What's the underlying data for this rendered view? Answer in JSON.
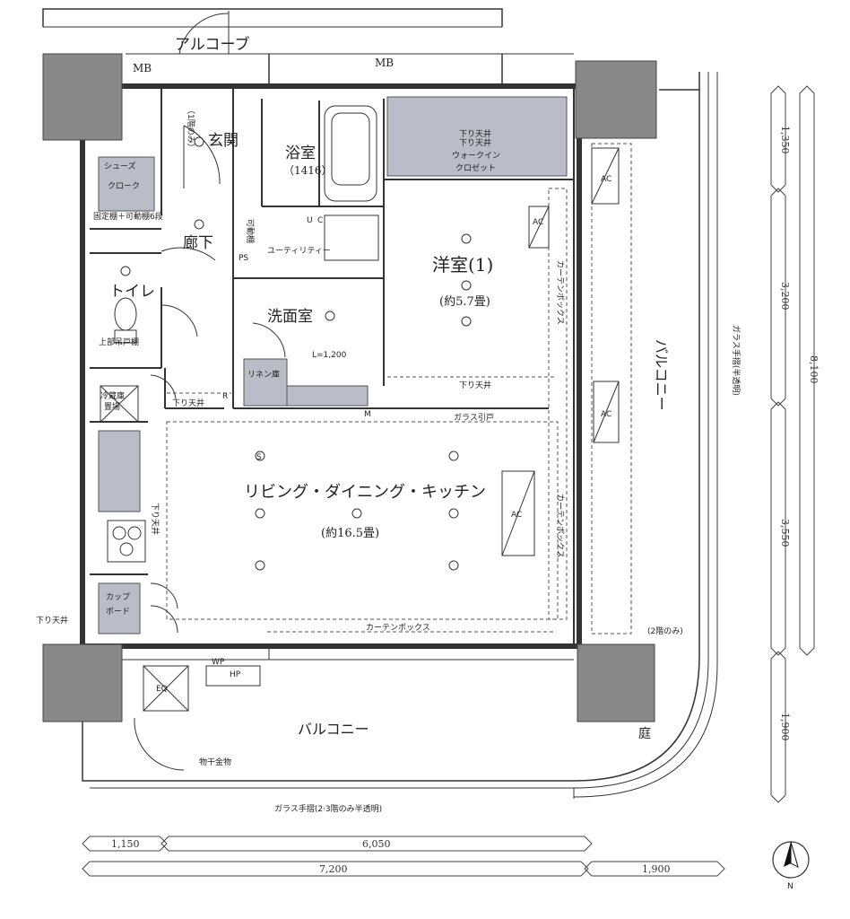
{
  "rooms": {
    "alcove": "アルコーブ",
    "mb_left": "MB",
    "mb_top": "MB",
    "genkan": "玄関",
    "genkan_note": "（1階のみ）",
    "bath": "浴室",
    "bath_size": "（1416）",
    "wic_note": "下り天井",
    "wic_1": "ウォークイン",
    "wic_2": "クロゼット",
    "shoes_1": "シューズ",
    "shoes_2": "クローク",
    "shelf_note": "固定棚＋可動棚6段",
    "rouka": "廊下",
    "utility": "ユーティリティー",
    "toilet": "トイレ",
    "senmen": "洗面室",
    "youshitsu": "洋室(1)",
    "youshitsu_size": "(約5.7畳)",
    "ldk": "リビング・ダイニング・キッチン",
    "ldk_size": "(約16.5畳)",
    "balcony_east": "バルコニー",
    "balcony_south": "バルコニー",
    "niwa": "庭",
    "linen": "リネン庫",
    "curtain_box_1": "カーテンボックス",
    "curtain_box_2": "カーテンボックス",
    "curtain_box_3": "カーテンボックス",
    "glass_door": "ガラス引戸",
    "sagari_1": "下り天井",
    "sagari_2": "下り天井",
    "sagari_3": "下り天井",
    "sagari_4": "下り天井",
    "sagari_5": "下り天井",
    "cupboard_1": "カップ",
    "cupboard_2": "ボード",
    "reizouko_1": "冷蔵庫",
    "reizouko_2": "置場",
    "monohoshi": "物干金物",
    "second_floor_only": "(2階のみ)",
    "glass_handrail_south": "ガラス手摺(2·3階のみ半透明)",
    "glass_handrail_east": "ガラス手摺(半透明)",
    "L_1200": "L=1,200",
    "kadou": "可動棚",
    "ue_tana": "上部吊戸棚"
  },
  "symbols": {
    "ac": "AC",
    "ps": "PS",
    "eq": "EQ",
    "s": "S",
    "wp": "WP",
    "hp": "HP",
    "u": "U",
    "c": "C",
    "r": "R",
    "mi": "M"
  },
  "dimensions": {
    "bottom_1": "1,150",
    "bottom_2": "6,050",
    "bottom_3": "7,200",
    "bottom_4": "1,900",
    "right_1": "1,350",
    "right_2": "3,200",
    "right_3": "3,550",
    "right_4": "1,900",
    "right_total": "8,100"
  },
  "compass": "N"
}
